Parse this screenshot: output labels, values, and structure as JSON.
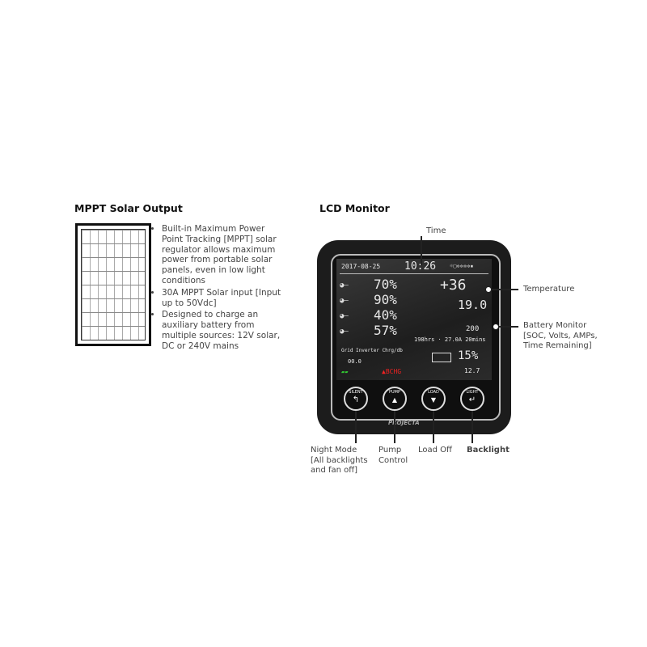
{
  "solar": {
    "title": "MPPT Solar Output",
    "bullets": [
      "Built-in Maximum Power Point Tracking [MPPT] solar regulator allows maximum power from portable solar panels, even in low light conditions",
      "30A MPPT Solar input [Input up to 50Vdc]",
      "Designed to charge an auxiliary battery from multiple sources: 12V solar, DC or 240V mains"
    ]
  },
  "lcd": {
    "title": "LCD Monitor",
    "screen": {
      "date": "2017-08-25",
      "time": "10:26",
      "temperature": "+36",
      "battery_volts": "19.0",
      "tanks": [
        "70%",
        "90%",
        "40%",
        "57%"
      ],
      "current": "200",
      "time_remaining": "198hrs · 27.0A 20mins",
      "sources": "Grid  Inverter  Chrg/db",
      "soc": "15%",
      "voltage": "12.7",
      "alarm": "▲BCHG",
      "indicator": "00.0"
    },
    "buttons": [
      {
        "label": "SILENT",
        "icon": "return-icon"
      },
      {
        "label": "PUMP",
        "icon": "up-icon"
      },
      {
        "label": "LOAD",
        "icon": "down-icon"
      },
      {
        "label": "LIGHT",
        "icon": "enter-icon"
      }
    ],
    "brand": "PROJECTA",
    "callouts": {
      "time": "Time",
      "temperature": "Temperature",
      "battery": [
        "Battery Monitor",
        "[SOC, Volts, AMPs,",
        "Time Remaining]"
      ],
      "night": [
        "Night Mode",
        "[All backlights",
        "and fan off]"
      ],
      "pump": [
        "Pump",
        "Control"
      ],
      "load": "Load Off",
      "backlight": "Backlight"
    }
  }
}
